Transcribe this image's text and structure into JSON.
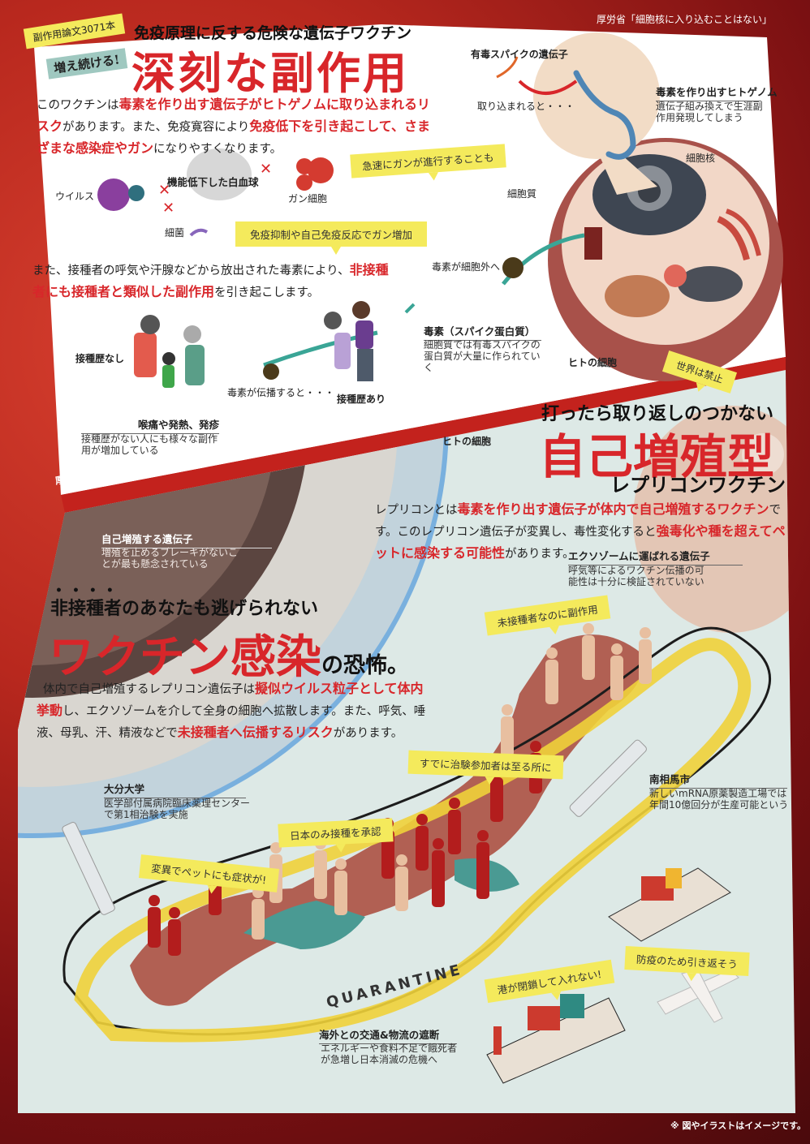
{
  "header_note": "厚労省「細胞核に入り込むことはない」",
  "section1": {
    "badge": "副作用論文3071本",
    "tagline": "増え続ける!",
    "subtitle": "免疫原理に反する危険な遺伝子ワクチン",
    "title": "深刻な副作用",
    "paragraph1": [
      {
        "t": "このワクチンは"
      },
      {
        "t": "毒素を作り出す遺伝子がヒトゲノムに取り込まれるリスク",
        "hl": true
      },
      {
        "t": "があります。また、免疫寛容により"
      },
      {
        "t": "免疫低下を引き起こして、さまざまな感染症やガン",
        "hl": true
      },
      {
        "t": "になりやすくなります。"
      }
    ],
    "immune": {
      "virus": "ウイルス",
      "white_cell": "機能低下した白血球",
      "cancer_cell": "ガン細胞",
      "bacteria": "細菌",
      "callout_fast": "急速にガンが進行することも",
      "callout_increase": "免疫抑制や自己免疫反応でガン増加"
    },
    "paragraph2": [
      {
        "t": "また、接種者の呼気や汗腺などから放出された毒素により、"
      },
      {
        "t": "非接種者にも接種者と類似した副作用",
        "hl": true
      },
      {
        "t": "を引き起こします。"
      }
    ],
    "family": {
      "unvaccinated": "接種歴なし",
      "spread": "毒素が伝播すると・・・",
      "vaccinated": "接種歴あり",
      "symptoms_title": "喉痛や発熱、発疹",
      "symptoms_desc": "接種歴がない人にも様々な副作用が増加している"
    }
  },
  "cell_diagram": {
    "spike_gene": "有毒スパイクの遺伝子",
    "taken_in": "取り込まれると・・・",
    "genome_title": "毒素を作り出すヒトゲノム",
    "genome_desc": "遺伝子組み換えで生涯副作用発現してしまう",
    "nucleus": "細胞核",
    "cytoplasm": "細胞質",
    "toxin_out": "毒素が細胞外へ",
    "toxin_title": "毒素（スパイク蛋白質）",
    "toxin_desc": "細胞質では有毒スパイクの蛋白質が大量に作られていく",
    "human_cell": "ヒトの細胞"
  },
  "section2": {
    "banned_tag": "世界は禁止",
    "subtitle": "打ったら取り返しのつかない",
    "title": "自己増殖型",
    "title_sub": "レプリコンワクチン",
    "strip_note": "厚労省「日本を魅力ある治験国に」",
    "human_cell": "ヒトの細胞",
    "paragraph": [
      {
        "t": "レプリコンとは"
      },
      {
        "t": "毒素を作り出す遺伝子が体内で自己増殖するワクチン",
        "hl": true
      },
      {
        "t": "です。このレプリコン遺伝子が変異し、毒性変化すると"
      },
      {
        "t": "強毒化や種を超えてペットに感染する可能性",
        "hl": true
      },
      {
        "t": "があります。"
      }
    ],
    "exosome_title": "エクソゾームに運ばれる遺伝子",
    "exosome_desc": "呼気等によるワクチン伝播の可能性は十分に検証されていない",
    "self_gene_title": "自己増殖する遺伝子",
    "self_gene_desc": "増殖を止めるブレーキがないことが最も懸念されている"
  },
  "section3": {
    "subtitle": "非接種者のあなたも逃げられない",
    "title": "ワクチン感染",
    "title_suffix": "の恐怖。",
    "paragraph": [
      {
        "t": "体内で自己増殖するレプリコン遺伝子は"
      },
      {
        "t": "擬似ウイルス粒子として体内挙動",
        "hl": true
      },
      {
        "t": "し、エクソゾームを介して全身の細胞へ拡散します。また、呼気、唾液、母乳、汗、精液などで"
      },
      {
        "t": "未接種者へ伝播するリスク",
        "hl": true
      },
      {
        "t": "があります。"
      }
    ]
  },
  "map": {
    "callouts": {
      "unvaccinated_side_effects": "未接種者なのに副作用",
      "participants_everywhere": "すでに治験参加者は至る所に",
      "japan_only": "日本のみ接種を承認",
      "pets": "変異でペットにも症状が!",
      "port_closed": "港が閉鎖して入れない!",
      "turn_back": "防疫のため引き返そう"
    },
    "oita_title": "大分大学",
    "oita_desc": "医学部付属病院臨床薬理センターで第1相治験を実施",
    "minamisoma_title": "南相馬市",
    "minamisoma_desc": "新しいmRNA原薬製造工場では年間10億回分が生産可能という",
    "logistics_title": "海外との交通&物流の遮断",
    "logistics_desc": "エネルギーや食料不足で餓死者が急増し日本消滅の危機へ",
    "tape_text": "QUARANTINE"
  },
  "footer_note": "※ 図やイラストはイメージです。",
  "colors": {
    "accent_red": "#d8262a",
    "callout_yellow": "#f4ea5c",
    "teal": "#3aa596"
  }
}
